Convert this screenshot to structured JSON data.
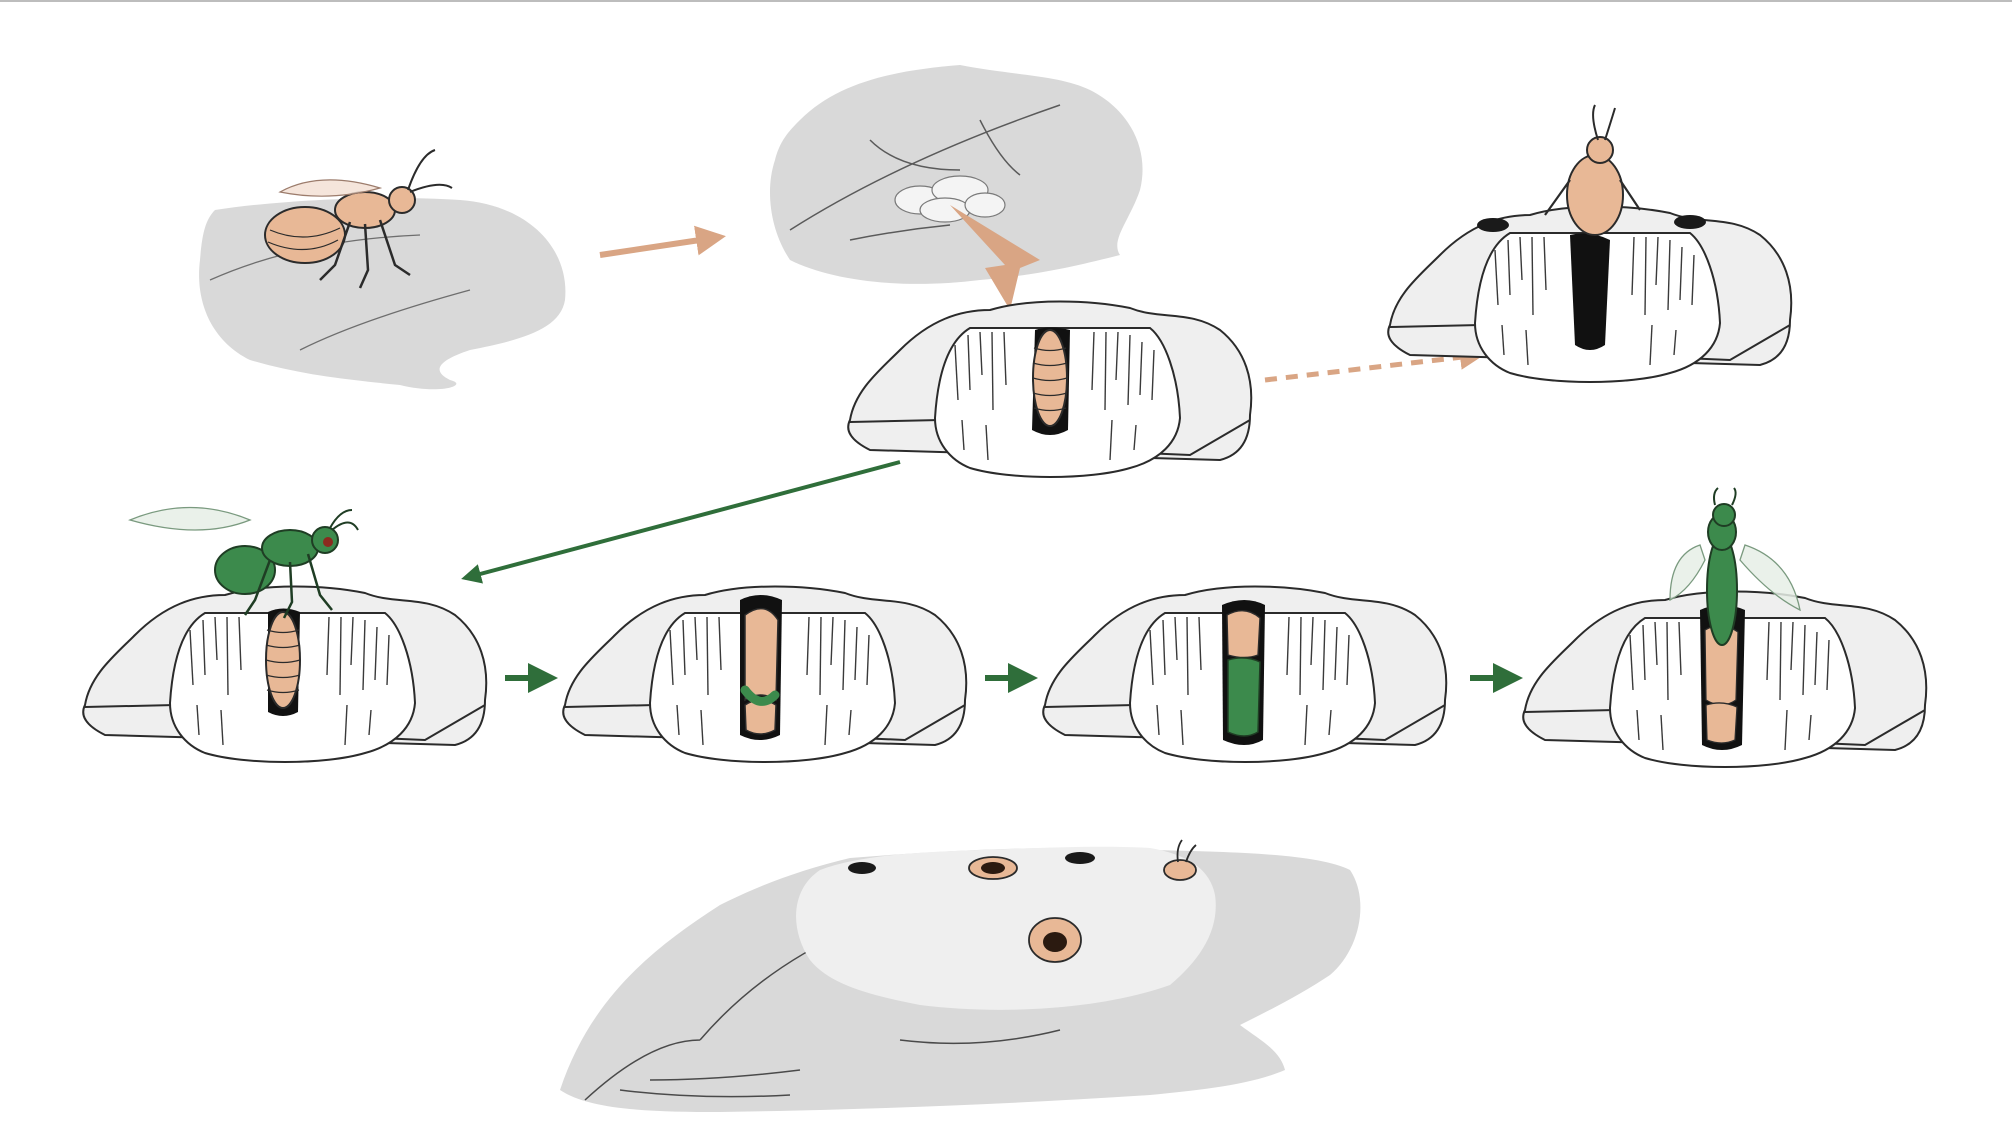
{
  "colors": {
    "leaf": "#d9d9d9",
    "gall": "#efefef",
    "gall_inner": "#ffffff",
    "outline": "#2b2b2b",
    "host_wasp": "#e8b896",
    "parasitoid": "#3c8a4c",
    "arrow_host": "#d9a584",
    "arrow_parasitoid": "#2f6e3a",
    "egg_cluster": "#f4f4f4"
  },
  "stages": [
    {
      "id": "host-adult-on-leaf",
      "icon": "host-wasp-icon"
    },
    {
      "id": "eggs-on-leaf",
      "icon": "egg-cluster-icon"
    },
    {
      "id": "gall-with-host-larva",
      "icon": "host-larva-icon"
    },
    {
      "id": "host-emerging-from-gall",
      "icon": "host-wasp-icon"
    },
    {
      "id": "parasitoid-ovipositing",
      "icon": "parasitoid-wasp-icon"
    },
    {
      "id": "parasitoid-larva-feeding",
      "icon": "parasitoid-larva-icon"
    },
    {
      "id": "parasitoid-pupa",
      "icon": "parasitoid-pupa-icon"
    },
    {
      "id": "parasitoid-emerging",
      "icon": "parasitoid-wasp-icon"
    },
    {
      "id": "leaf-with-exit-holes",
      "icon": "exit-hole-icon"
    }
  ]
}
